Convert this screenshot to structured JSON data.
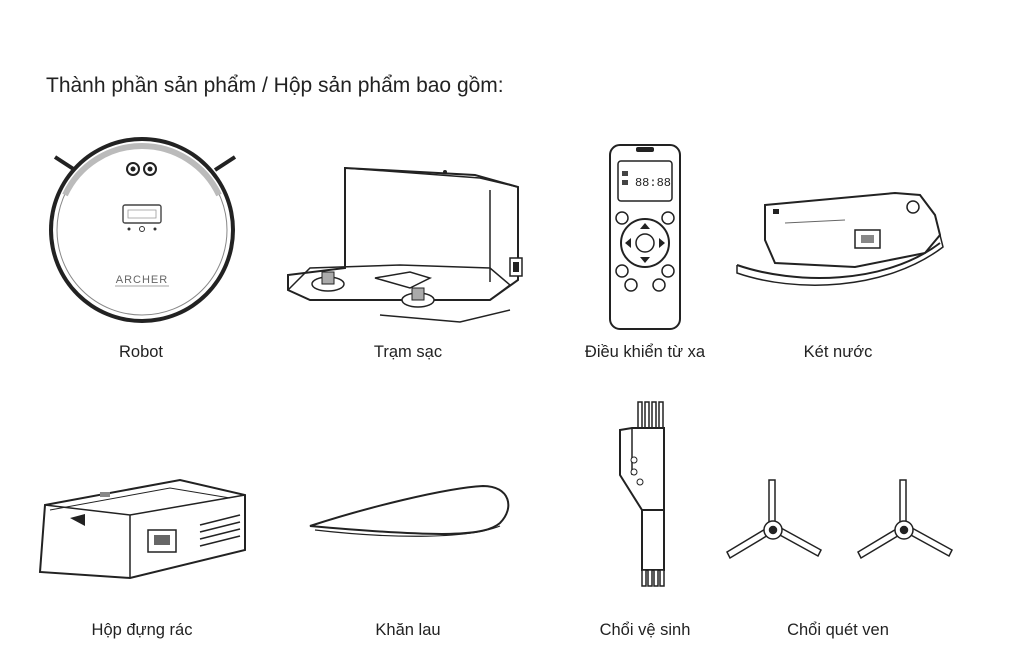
{
  "heading": "Thành phần sản phẩm / Hộp sản phẩm bao gồm:",
  "items": [
    {
      "label": "Robot",
      "icon": "robot-vacuum-icon"
    },
    {
      "label": "Trạm sạc",
      "icon": "charging-dock-icon"
    },
    {
      "label": "Điều khiển từ xa",
      "icon": "remote-control-icon"
    },
    {
      "label": "Két nước",
      "icon": "water-tank-icon"
    },
    {
      "label": "Hộp đựng rác",
      "icon": "dust-bin-icon"
    },
    {
      "label": "Khăn lau",
      "icon": "mop-cloth-icon"
    },
    {
      "label": "Chổi vệ sinh",
      "icon": "cleaning-brush-icon"
    },
    {
      "label": "Chổi quét ven",
      "icon": "side-brush-icon"
    }
  ],
  "robot_brand": "ARCHER",
  "remote_display": "88:88"
}
